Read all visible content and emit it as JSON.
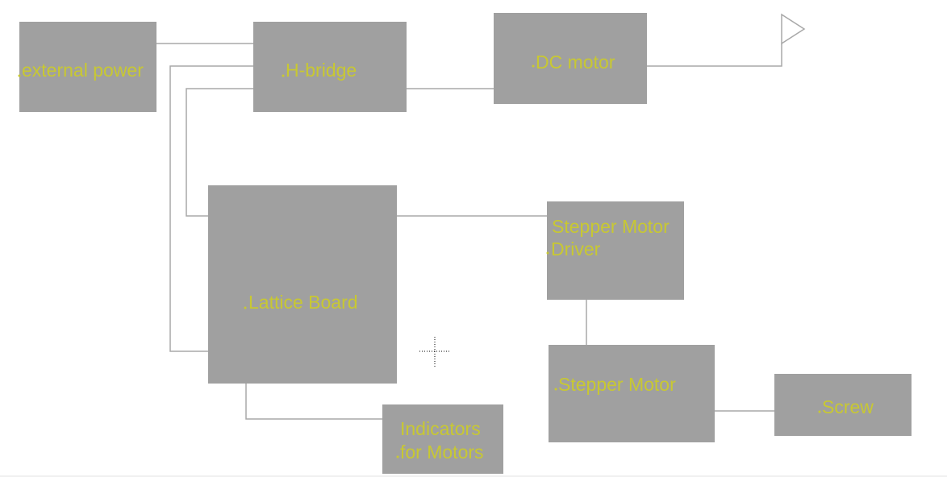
{
  "diagram": {
    "blocks": {
      "external_power": {
        "label": "external power"
      },
      "h_bridge": {
        "label": "H-bridge"
      },
      "dc_motor": {
        "label": "DC motor"
      },
      "lattice_board": {
        "label": "Lattice Board"
      },
      "stepper_motor_driver": {
        "line1": "Stepper Motor",
        "line2": "Driver"
      },
      "stepper_motor": {
        "label": "Stepper Motor"
      },
      "screw": {
        "label": "Screw"
      },
      "indicators": {
        "line1": "Indicators",
        "line2": "for Motors"
      }
    },
    "colors": {
      "block": "#a0a0a0",
      "label": "#c8c832",
      "wire": "#a8a8a8"
    },
    "icons": [
      "output-arrow-icon",
      "crosshair-cursor-icon"
    ]
  }
}
